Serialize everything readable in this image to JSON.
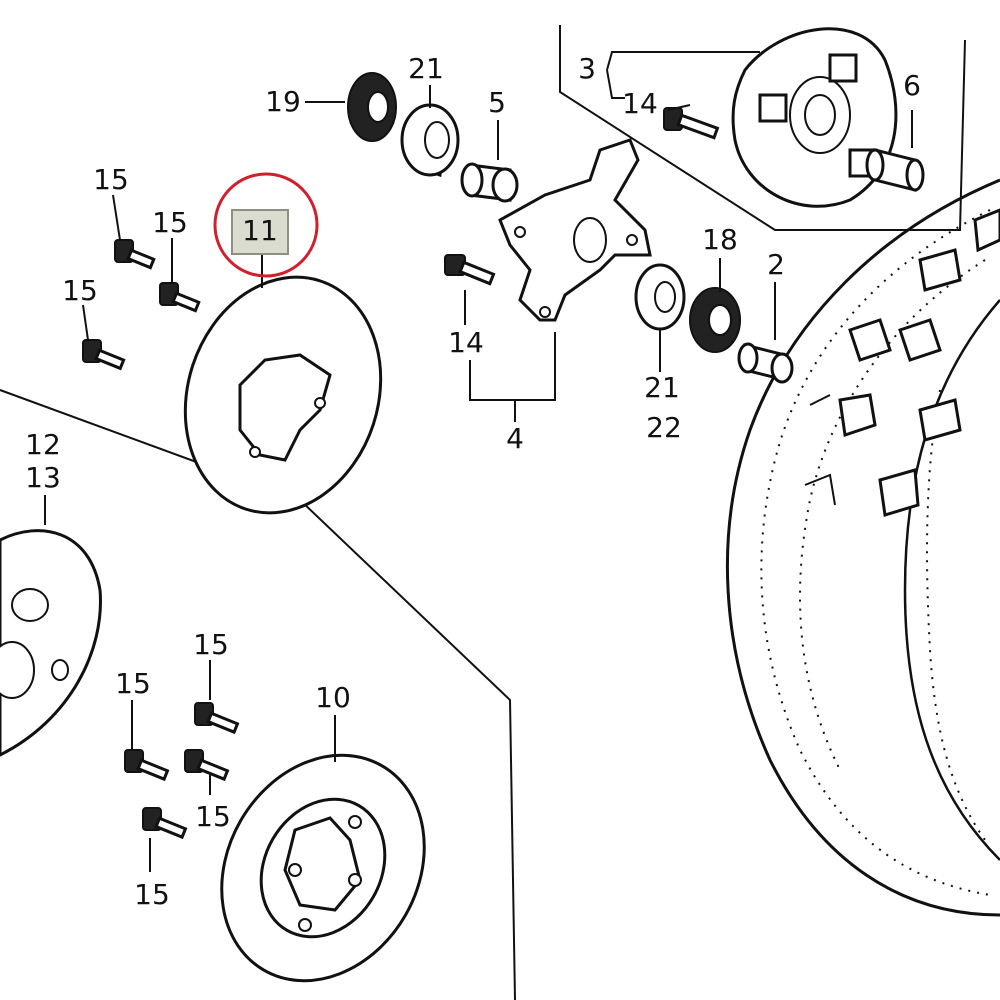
{
  "colors": {
    "highlight_circle": "#d0202e",
    "highlight_box": "#d9dccf",
    "line": "#111111"
  },
  "highlight": {
    "part_number": "11"
  },
  "callouts": [
    {
      "id": "c19",
      "label": "19"
    },
    {
      "id": "c21a",
      "label": "21"
    },
    {
      "id": "c5",
      "label": "5"
    },
    {
      "id": "c3",
      "label": "3"
    },
    {
      "id": "c14a",
      "label": "14"
    },
    {
      "id": "c6",
      "label": "6"
    },
    {
      "id": "c15a",
      "label": "15"
    },
    {
      "id": "c15b",
      "label": "15"
    },
    {
      "id": "c15c",
      "label": "15"
    },
    {
      "id": "c14b",
      "label": "14"
    },
    {
      "id": "c18",
      "label": "18"
    },
    {
      "id": "c2",
      "label": "2"
    },
    {
      "id": "c21b",
      "label": "21"
    },
    {
      "id": "c22",
      "label": "22"
    },
    {
      "id": "c4",
      "label": "4"
    },
    {
      "id": "c12",
      "label": "12"
    },
    {
      "id": "c13",
      "label": "13"
    },
    {
      "id": "c15d",
      "label": "15"
    },
    {
      "id": "c15e",
      "label": "15"
    },
    {
      "id": "c10",
      "label": "10"
    },
    {
      "id": "c15f",
      "label": "15"
    },
    {
      "id": "c15g",
      "label": "15"
    }
  ]
}
